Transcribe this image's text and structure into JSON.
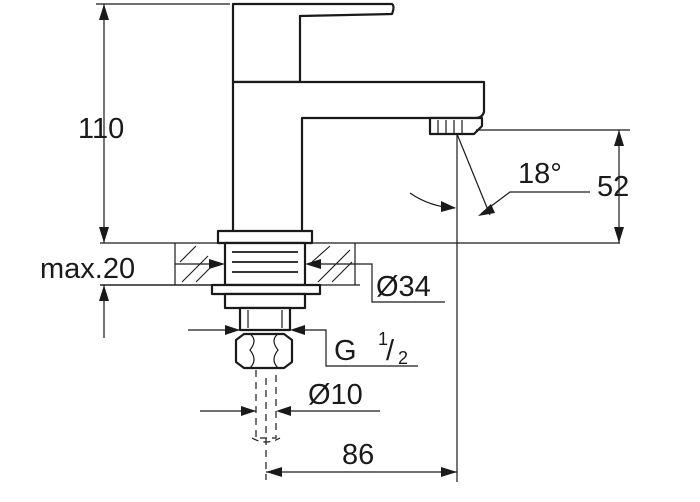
{
  "dimensions": {
    "height": "110",
    "spout_height": "52",
    "spout_angle": "18°",
    "max_thickness": "max.20",
    "hole_diameter": "Ø34",
    "thread_prefix": "G ",
    "thread_numerator": "1",
    "thread_slash": "/",
    "thread_denominator": "2",
    "pipe_diameter": "Ø10",
    "projection": "86"
  }
}
